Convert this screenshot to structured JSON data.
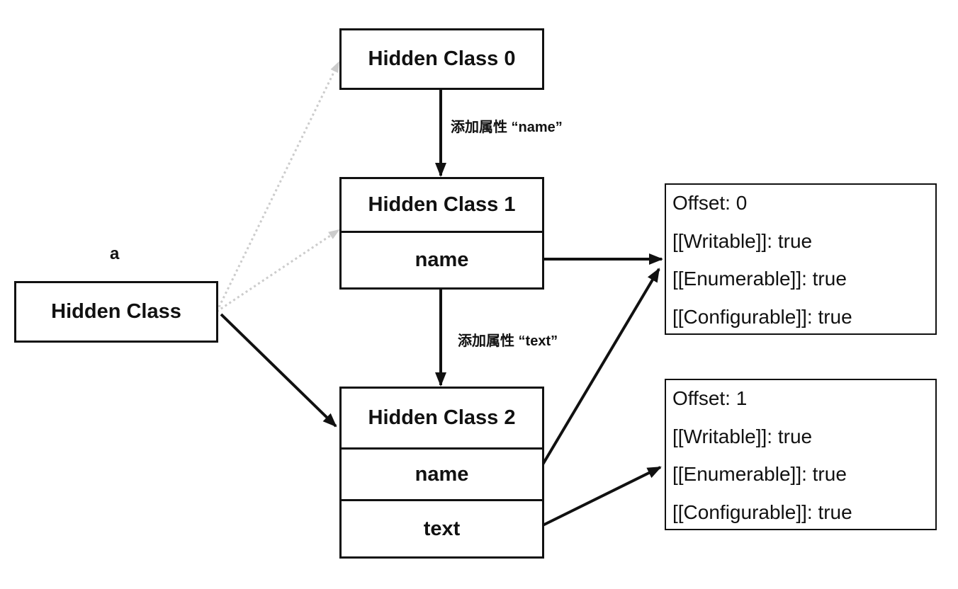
{
  "object_label": "a",
  "object_box": {
    "label": "Hidden Class"
  },
  "hidden_class_0": {
    "title": "Hidden Class 0"
  },
  "hidden_class_1": {
    "title": "Hidden Class 1",
    "properties": [
      "name"
    ]
  },
  "hidden_class_2": {
    "title": "Hidden Class 2",
    "properties": [
      "name",
      "text"
    ]
  },
  "transitions": {
    "add_name": "添加属性 “name”",
    "add_text": "添加属性 “text”"
  },
  "descriptors": [
    {
      "offset": "Offset: 0",
      "writable": "[[Writable]]: true",
      "enumerable": "[[Enumerable]]: true",
      "configurable": "[[Configurable]]: true"
    },
    {
      "offset": "Offset: 1",
      "writable": "[[Writable]]: true",
      "enumerable": "[[Enumerable]]: true",
      "configurable": "[[Configurable]]: true"
    }
  ],
  "colors": {
    "line": "#111111",
    "dotted": "#cccccc",
    "background": "#ffffff"
  }
}
